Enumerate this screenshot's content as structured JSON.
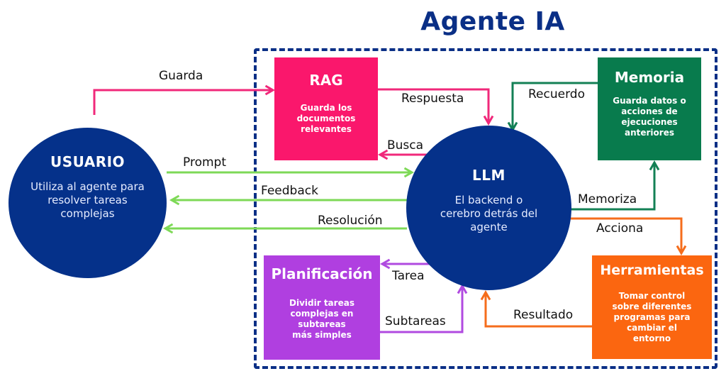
{
  "title": "Agente IA",
  "nodes": {
    "usuario": {
      "title": "USUARIO",
      "description": "Utiliza al agente para resolver tareas complejas",
      "color": "#05318a"
    },
    "llm": {
      "title": "LLM",
      "description": "El backend o cerebro detrás del agente",
      "color": "#05318a"
    },
    "rag": {
      "title": "RAG",
      "description": "Guarda los documentos relevantes",
      "color": "#fa176c"
    },
    "memoria": {
      "title": "Memoria",
      "description": "Guarda datos o acciones de ejecuciones anteriores",
      "color": "#087b4d"
    },
    "planificacion": {
      "title": "Planificación",
      "description": "Dividir tareas complejas en subtareas más simples",
      "color": "#b03fe0"
    },
    "herramientas": {
      "title": "Herramientas",
      "description": "Tomar control sobre diferentes programas para cambiar el entorno",
      "color": "#fb6610"
    }
  },
  "edges": {
    "guarda": {
      "label": "Guarda",
      "from": "USUARIO",
      "to": "RAG",
      "color": "#f0287a"
    },
    "respuesta": {
      "label": "Respuesta",
      "from": "RAG",
      "to": "LLM",
      "color": "#f0287a"
    },
    "busca": {
      "label": "Busca",
      "from": "LLM",
      "to": "RAG",
      "color": "#f0287a"
    },
    "recuerdo": {
      "label": "Recuerdo",
      "from": "Memoria",
      "to": "LLM",
      "color": "#138055"
    },
    "memoriza": {
      "label": "Memoriza",
      "from": "LLM",
      "to": "Memoria",
      "color": "#138055"
    },
    "prompt": {
      "label": "Prompt",
      "from": "USUARIO",
      "to": "LLM",
      "color": "#7ed957"
    },
    "feedback": {
      "label": "Feedback",
      "from": "LLM",
      "to": "USUARIO",
      "color": "#7ed957"
    },
    "resolucion": {
      "label": "Resolución",
      "from": "LLM",
      "to": "USUARIO",
      "color": "#7ed957"
    },
    "acciona": {
      "label": "Acciona",
      "from": "LLM",
      "to": "Herramientas",
      "color": "#f56d1c"
    },
    "resultado": {
      "label": "Resultado",
      "from": "Herramientas",
      "to": "LLM",
      "color": "#f56d1c"
    },
    "tarea": {
      "label": "Tarea",
      "from": "LLM",
      "to": "Planificación",
      "color": "#b04ae0"
    },
    "subtareas": {
      "label": "Subtareas",
      "from": "Planificación",
      "to": "LLM",
      "color": "#b04ae0"
    }
  },
  "frame_color": "#0a2f86"
}
